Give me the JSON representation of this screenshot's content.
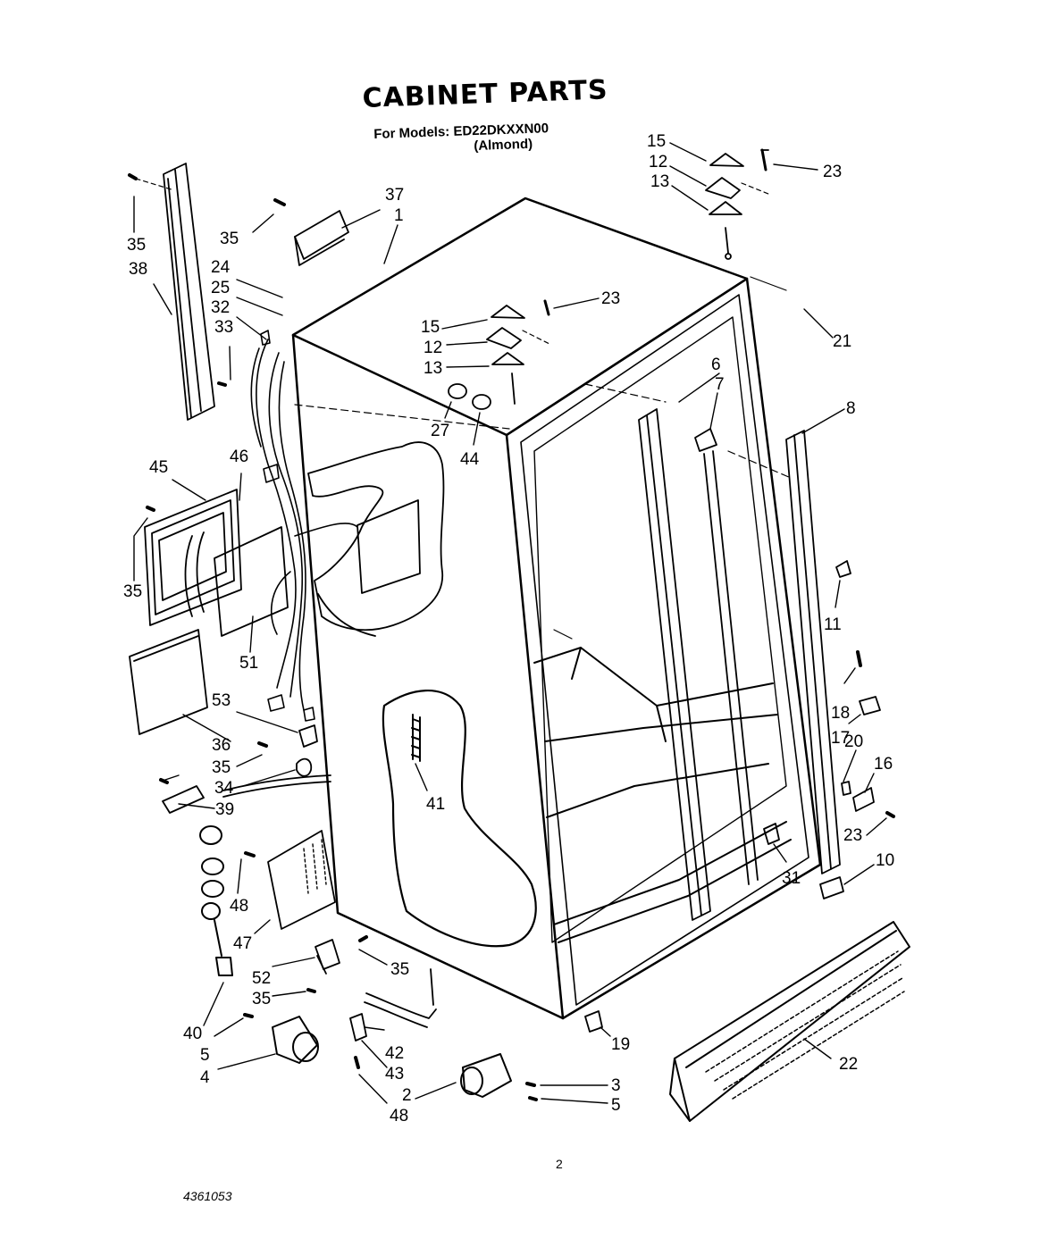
{
  "header": {
    "title": "CABINET PARTS",
    "models_line": "For Models: ED22DKXXN00",
    "color_line": "(Almond)"
  },
  "callouts": [
    "15",
    "23",
    "12",
    "13",
    "37",
    "1",
    "35",
    "38",
    "24",
    "25",
    "32",
    "33",
    "21",
    "15",
    "23",
    "12",
    "13",
    "6",
    "7",
    "8",
    "27",
    "44",
    "45",
    "46",
    "35",
    "11",
    "51",
    "18",
    "17",
    "53",
    "36",
    "35",
    "34",
    "20",
    "16",
    "39",
    "41",
    "23",
    "31",
    "10",
    "48",
    "47",
    "35",
    "52",
    "35",
    "40",
    "5",
    "4",
    "42",
    "43",
    "3",
    "5",
    "2",
    "48",
    "19",
    "22"
  ],
  "footer": {
    "page_number": "2",
    "doc_number": "4361053"
  }
}
